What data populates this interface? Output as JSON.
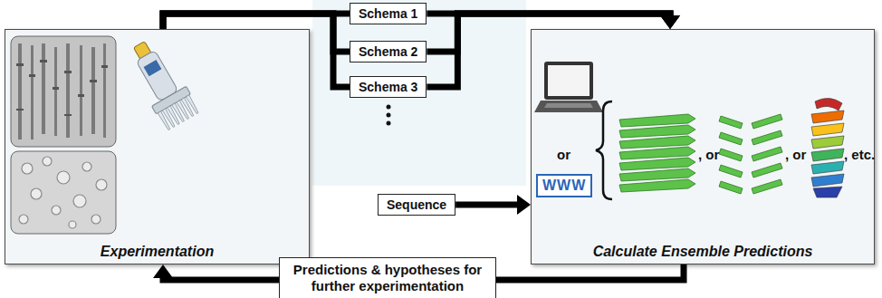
{
  "diagram": {
    "nodes": [
      {
        "text": [
          "Experimentation"
        ]
      },
      {
        "text": [
          "Calculate Ensemble Predictions"
        ]
      },
      {
        "text": [
          "Schema 1"
        ]
      },
      {
        "text": [
          "Schema 2"
        ]
      },
      {
        "text": [
          "Schema 3"
        ]
      },
      {
        "text": [
          "Sequence"
        ]
      },
      {
        "text": [
          "Predictions & hypotheses for further experimentation"
        ]
      },
      {
        "text": [
          "WWW"
        ],
        "in": 1
      }
    ],
    "edges": [
      {
        "from": 0,
        "to": 2,
        "arrow": "none"
      },
      {
        "from": 2,
        "to": 1,
        "arrow": "to"
      },
      {
        "from": 0,
        "to": 3,
        "arrow": "none"
      },
      {
        "from": 3,
        "to": 1,
        "arrow": "to"
      },
      {
        "from": 0,
        "to": 4,
        "arrow": "none"
      },
      {
        "from": 4,
        "to": 1,
        "arrow": "to"
      },
      {
        "from": 5,
        "to": 1,
        "arrow": "to"
      },
      {
        "from": 1,
        "to": 6,
        "arrow": "none"
      },
      {
        "from": 6,
        "to": 0,
        "arrow": "to"
      }
    ],
    "labels": [
      "or",
      ", or",
      ", or",
      ", etc."
    ]
  }
}
